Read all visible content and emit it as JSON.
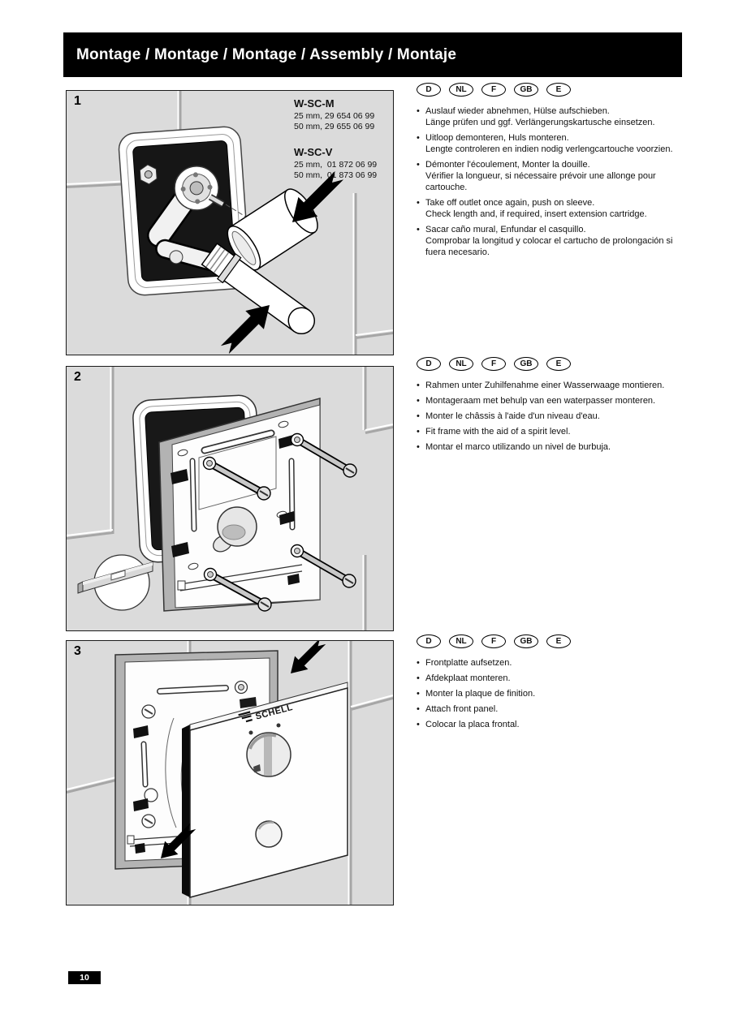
{
  "header": {
    "title": "Montage / Montage / Montage / Assembly / Montaje"
  },
  "languages": [
    "D",
    "NL",
    "F",
    "GB",
    "E"
  ],
  "bullet_char": "•",
  "panels": [
    {
      "number": "1",
      "products": [
        {
          "name": "W-SC-M",
          "lines": [
            "25 mm, 29 654 06 99",
            "50 mm, 29 655 06 99"
          ]
        },
        {
          "name": "W-SC-V",
          "lines": [
            "25 mm,  01 872 06 99",
            "50 mm,  01 873 06 99"
          ]
        }
      ]
    },
    {
      "number": "2"
    },
    {
      "number": "3",
      "logo": "SCHELL"
    }
  ],
  "sections": [
    {
      "bullets": [
        {
          "lines": [
            "Auslauf wieder abnehmen, Hülse aufschieben.",
            "Länge prüfen und ggf. Verlängerungskartusche einsetzen."
          ]
        },
        {
          "lines": [
            "Uitloop demonteren, Huls monteren.",
            "Lengte controleren en indien nodig verlengcartouche voorzien."
          ]
        },
        {
          "lines": [
            "Démonter l'écoulement, Monter la douille.",
            "Vérifier la longueur, si nécessaire prévoir une allonge pour",
            "cartouche."
          ]
        },
        {
          "lines": [
            "Take off outlet once again, push on sleeve.",
            "Check length and, if required, insert extension cartridge."
          ]
        },
        {
          "lines": [
            "Sacar caño mural, Enfundar el casquillo.",
            "Comprobar la longitud y colocar el cartucho de prolongación si",
            "fuera necesario."
          ]
        }
      ]
    },
    {
      "bullets": [
        {
          "lines": [
            "Rahmen unter Zuhilfenahme einer Wasserwaage montieren."
          ]
        },
        {
          "lines": [
            "Montageraam met behulp van een waterpasser monteren."
          ]
        },
        {
          "lines": [
            "Monter le châssis à l'aide d'un niveau d'eau."
          ]
        },
        {
          "lines": [
            "Fit frame with the aid of a spirit level."
          ]
        },
        {
          "lines": [
            "Montar el marco utilizando un nivel de burbuja."
          ]
        }
      ]
    },
    {
      "bullets": [
        {
          "lines": [
            "Frontplatte aufsetzen."
          ]
        },
        {
          "lines": [
            "Afdekplaat monteren."
          ]
        },
        {
          "lines": [
            "Monter la plaque de finition."
          ]
        },
        {
          "lines": [
            "Attach front panel."
          ]
        },
        {
          "lines": [
            "Colocar la placa frontal."
          ]
        }
      ]
    }
  ],
  "footer": {
    "page_number": "10"
  },
  "colors": {
    "header_bg": "#000000",
    "tile_gray": "#dbdbdb",
    "grout_shadow": "#a6a6a6"
  }
}
